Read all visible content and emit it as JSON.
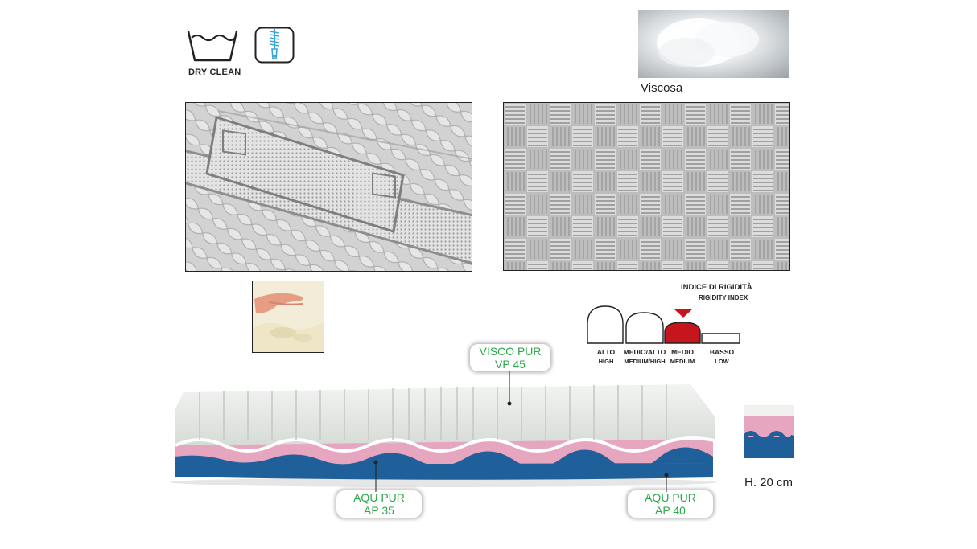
{
  "care": {
    "dry_clean_label": "DRY CLEAN",
    "wash_icon": "wash-tub-icon",
    "zip_icon": "zipper-icon"
  },
  "material": {
    "viscosa_label": "Viscosa"
  },
  "rigidity": {
    "title": "INDICE DI RIGIDITÀ",
    "subtitle": "RIGIDITY INDEX",
    "levels": [
      {
        "it": "ALTO",
        "en": "HIGH"
      },
      {
        "it": "MEDIO/ALTO",
        "en": "MEDIUM/HIGH"
      },
      {
        "it": "MEDIO",
        "en": "MEDIUM"
      },
      {
        "it": "BASSO",
        "en": "LOW"
      }
    ],
    "selected": "MEDIO",
    "selected_color": "#c4161c"
  },
  "layers": {
    "top": {
      "line1": "VISCO PUR",
      "line2": "VP 45"
    },
    "bottom_left": {
      "line1": "AQU PUR",
      "line2": "AP 35"
    },
    "bottom_right": {
      "line1": "AQU PUR",
      "line2": "AP 40"
    }
  },
  "dimensions": {
    "height": "H. 20 cm"
  },
  "colors": {
    "label_green": "#2aa84a",
    "pink_layer": "#e7a6c0",
    "blue_layer": "#1f5f9a",
    "icon_blue": "#3aa6d8"
  }
}
